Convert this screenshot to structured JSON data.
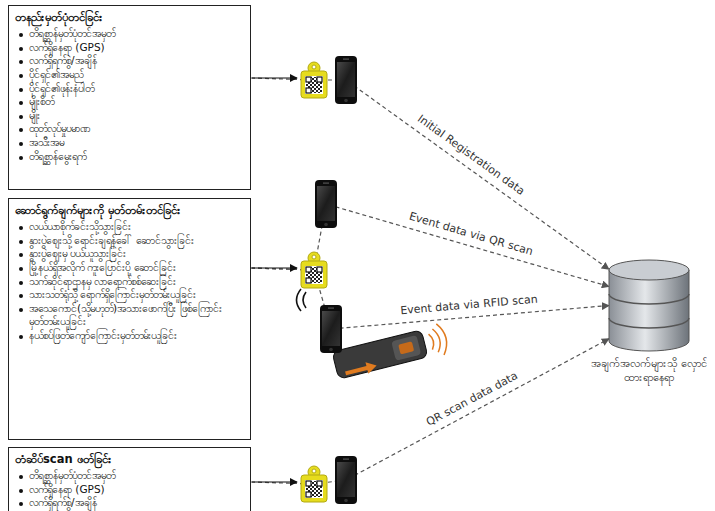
{
  "diagram": {
    "nodes": [
      {
        "text": [
          "တနည်းမှတ်ပုံတင်ခြင်း",
          "တိရစ္ဆာန်မှတ်ပုံတင်အမှတ်",
          "လက်ရှိနေရာ (GPS)",
          "လက်ရှိရက်စွဲ/အချိန်",
          "ပိုင်ရှင်၏အမည်",
          "ပိုင်ရှင်၏ဖုန်းနံပါတ်",
          "မျိုးစိတ်",
          "မျိုး",
          "ထုတ်လုပ်မှုပမာဏ",
          "အသီးအမ",
          "တိရစ္ဆာန်မွေးရက်"
        ]
      },
      {
        "text": [
          "ဆောင်ရွက်ချက်များကို မှတ်တမ်းတင်ခြင်း",
          "လယ်ယာစိုက်ခင်းသို့သွားခြင်း",
          "နွားပွဲဈေးသို့ ရောင်းချရန်ခေါ် ဆောင်သွားခြင်း",
          "နွားပွဲဈေးမှ ပယ်ယူသွားခြင်း",
          "မြို့နယ်ရှိအလိုက် ကူးပြောင်းပို့ ဆောင်ခြင်း",
          "သက်ဆိုင်ရာဌာနမှ လာရောက်စစ်ဆေးခြင်း",
          "သားသတ်ရုံသို့ ရောက်ရှိကြောင်းမှတ်တမ်းယူခြင်း",
          "အသေကောင်(သို့မဟုတ်)အသားဖောက်ပြီး ဖြစ်ကြောင်းမှတ်တမ်းယူခြင်း",
          "နယ်စပ်ဖြတ်ကျော်ကြောင်းမှတ်တမ်းယူခြင်း"
        ]
      },
      {
        "text": [
          "တံဆိပ်scan ဖတ်ခြင်း",
          "တိရစ္ဆာန်မှတ်ပုံတင်အမှတ်",
          "လက်ရှိနေရာ (GPS)",
          "လက်ရှိရက်စွဲ/အချိန်"
        ]
      },
      {
        "text": [
          "အချက်အလက်များသို လှောင်ထားရာနေရာ"
        ]
      }
    ],
    "edges": [
      {
        "from": 0,
        "to": 3,
        "arrow": "to",
        "label": "Initial Registration data"
      },
      {
        "from": 1,
        "to": 3,
        "arrow": "to",
        "label": "Event data via QR scan"
      },
      {
        "from": 1,
        "to": 3,
        "arrow": "to",
        "label": "Event data via RFID scan"
      },
      {
        "from": 2,
        "to": 3,
        "arrow": "to",
        "label": "QR scan data data"
      }
    ]
  }
}
